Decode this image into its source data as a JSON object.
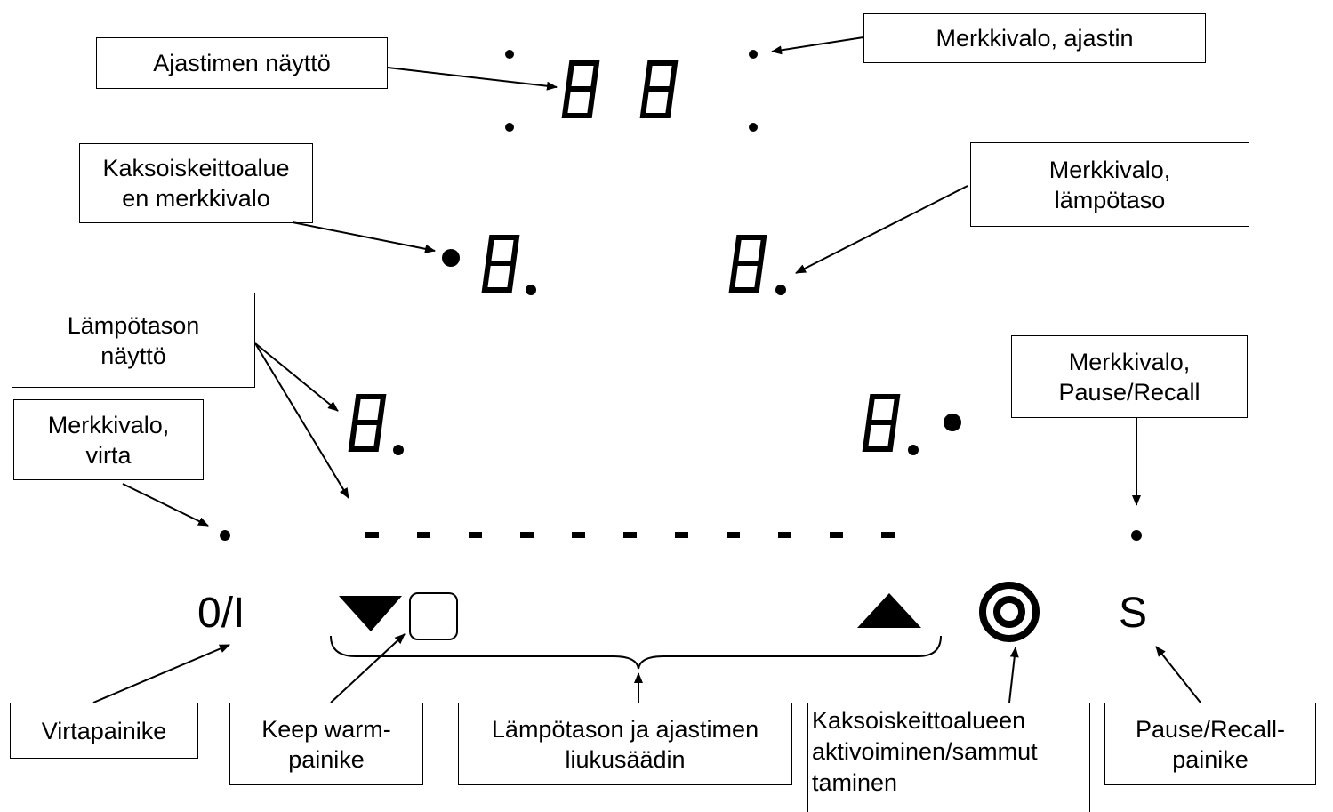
{
  "labels": {
    "timer_display": "Ajastimen näyttö",
    "indicator_timer": "Merkkivalo, ajastin",
    "dual_zone_indicator": "Kaksoiskeittoalue\nen merkkivalo",
    "indicator_heat_level": "Merkkivalo,\nlämpötaso",
    "heat_level_display": "Lämpötason\nnäyttö",
    "indicator_pause_recall": "Merkkivalo,\nPause/Recall",
    "indicator_power": "Merkkivalo,\nvirta",
    "power_button": "Virtapainike",
    "keep_warm_button": "Keep warm-\npainike",
    "slider": "Lämpötason ja ajastimen\nliukusäädin",
    "dual_zone_toggle": "Kaksoiskeittoalueen\naktivoiminen/sammut\ntaminen",
    "pause_recall_button": "Pause/Recall-\npainike"
  },
  "panel": {
    "power_symbol": "0/I",
    "pause_symbol": "S",
    "icons": [
      "down-triangle",
      "keep-warm-square",
      "up-triangle",
      "dual-zone-ring"
    ],
    "slider_segments": 11
  },
  "colors": {
    "ink": "#000000",
    "background": "#ffffff"
  }
}
